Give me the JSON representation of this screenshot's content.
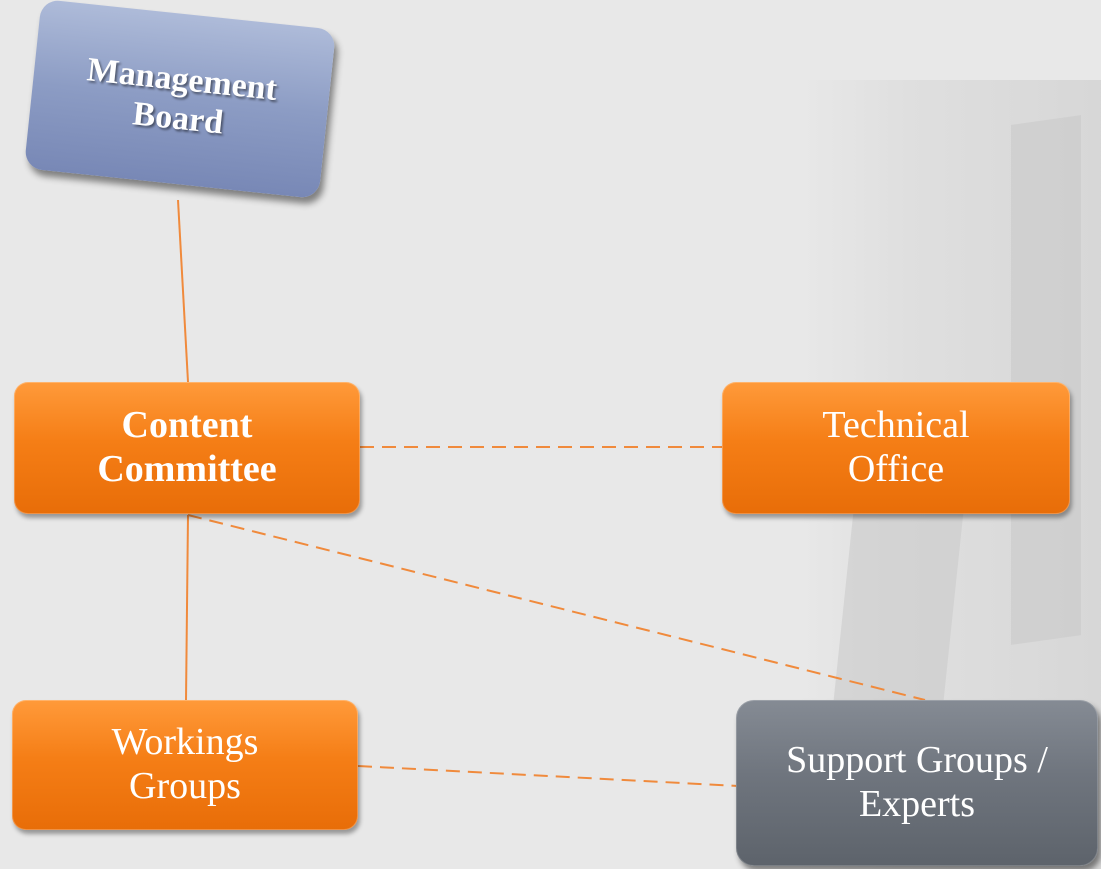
{
  "nodes": {
    "management_board": "Management Board",
    "content_committee": "Content Committee",
    "technical_office": "Technical Office",
    "working_groups": "Workings Groups",
    "support_groups": "Support Groups / Experts"
  },
  "colors": {
    "orange": "#f57e16",
    "grey": "#6f757e",
    "blue": "#8c9cc4",
    "line": "#f08a3c",
    "background": "#e8e8e8"
  },
  "connections": [
    {
      "from": "management_board",
      "to": "content_committee",
      "style": "solid"
    },
    {
      "from": "content_committee",
      "to": "technical_office",
      "style": "dashed"
    },
    {
      "from": "content_committee",
      "to": "working_groups",
      "style": "solid"
    },
    {
      "from": "content_committee",
      "to": "support_groups",
      "style": "dashed"
    },
    {
      "from": "working_groups",
      "to": "support_groups",
      "style": "dashed"
    }
  ]
}
